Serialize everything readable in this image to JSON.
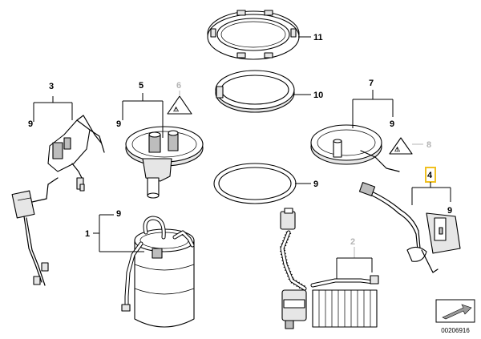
{
  "callouts": {
    "c1": "1",
    "c2": "2",
    "c3": "3",
    "c4": "4",
    "c5": "5",
    "c6": "6",
    "c7": "7",
    "c8": "8",
    "c9_a": "9",
    "c9_b": "9",
    "c9_c": "9",
    "c9_d": "9",
    "c9_e": "9",
    "c9_f": "9",
    "c10": "10",
    "c11": "11"
  },
  "colors": {
    "highlight": "#f0c020",
    "inactive_label": "#b4b4b4",
    "line": "#000000"
  },
  "reference": {
    "number": "00206916"
  },
  "icons": {
    "warning_a": "warning-triangle-icon",
    "warning_b": "warning-triangle-icon",
    "direction": "forward-arrow-icon"
  }
}
